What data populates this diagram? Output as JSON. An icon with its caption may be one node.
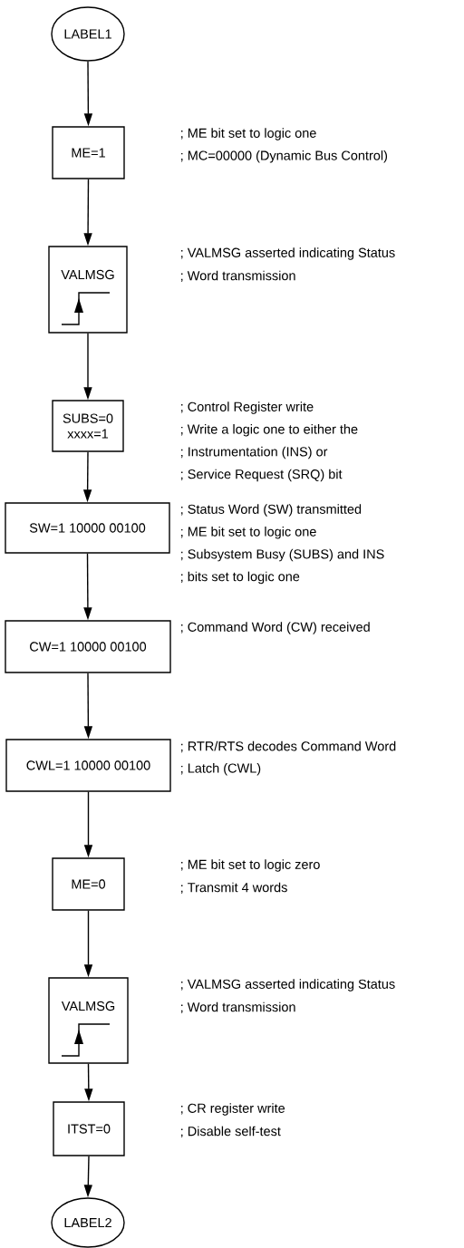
{
  "diagram": {
    "nodes": [
      {
        "text": [
          "LABEL1"
        ]
      },
      {
        "text": [
          "ME=1"
        ],
        "beside": [
          "; ME bit set to logic one",
          "; MC=00000 (Dynamic Bus Control)"
        ]
      },
      {
        "text": [
          "VALMSG"
        ],
        "beside": [
          "; VALMSG asserted indicating Status",
          "; Word transmission"
        ]
      },
      {
        "text": [
          "SUBS=0",
          "xxxx=1"
        ],
        "beside": [
          "; Control Register write",
          "; Write a logic one to either the",
          "; Instrumentation (INS) or",
          "; Service Request (SRQ) bit"
        ]
      },
      {
        "text": [
          "SW=1 10000 00100"
        ],
        "beside": [
          "; Status Word (SW) transmitted",
          "; ME bit set to logic one",
          "; Subsystem Busy (SUBS) and INS",
          "; bits set to logic one"
        ]
      },
      {
        "text": [
          "CW=1 10000 00100"
        ],
        "beside": [
          "; Command Word (CW) received"
        ]
      },
      {
        "text": [
          "CWL=1 10000 00100"
        ],
        "beside": [
          "; RTR/RTS decodes Command Word",
          "; Latch (CWL)"
        ]
      },
      {
        "text": [
          "ME=0"
        ],
        "beside": [
          "; ME bit set to logic zero",
          "; Transmit 4 words"
        ]
      },
      {
        "text": [
          "VALMSG"
        ],
        "beside": [
          "; VALMSG asserted indicating Status",
          "; Word transmission"
        ]
      },
      {
        "text": [
          "ITST=0"
        ],
        "beside": [
          "; CR register write",
          "; Disable self-test"
        ]
      },
      {
        "text": [
          "LABEL2"
        ]
      }
    ],
    "edges": [
      {
        "from": 0,
        "to": 1,
        "arrow": "to"
      },
      {
        "from": 1,
        "to": 2,
        "arrow": "to"
      },
      {
        "from": 2,
        "to": 3,
        "arrow": "to"
      },
      {
        "from": 3,
        "to": 4,
        "arrow": "to"
      },
      {
        "from": 4,
        "to": 5,
        "arrow": "to"
      },
      {
        "from": 5,
        "to": 6,
        "arrow": "to"
      },
      {
        "from": 6,
        "to": 7,
        "arrow": "to"
      },
      {
        "from": 7,
        "to": 8,
        "arrow": "to"
      },
      {
        "from": 8,
        "to": 9,
        "arrow": "to"
      },
      {
        "from": 9,
        "to": 10,
        "arrow": "to"
      }
    ]
  }
}
